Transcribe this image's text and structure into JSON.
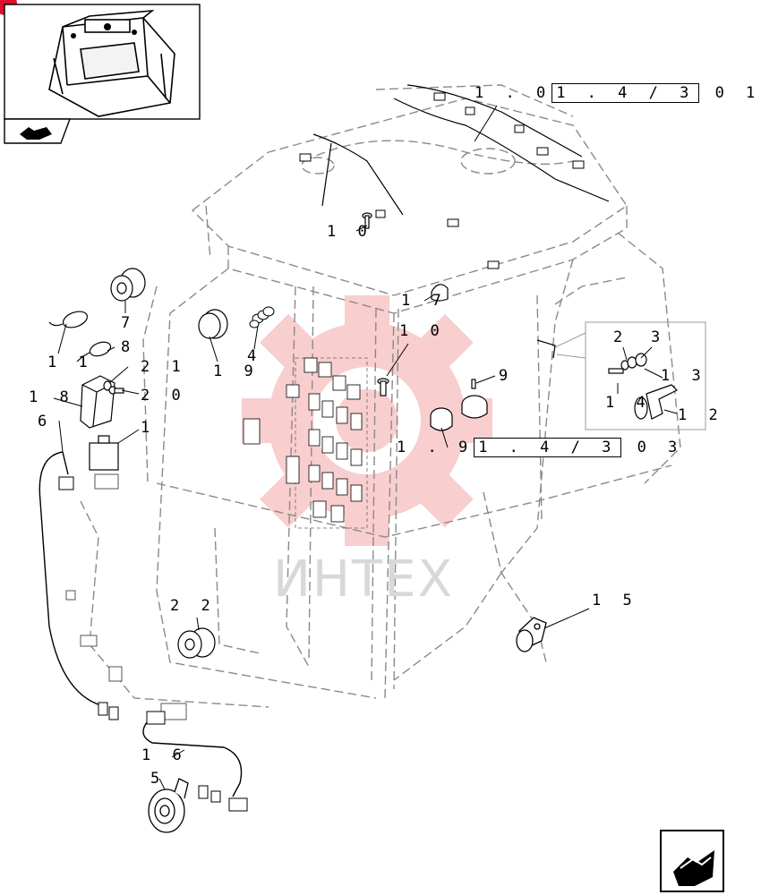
{
  "callouts": {
    "ref_top_prefix": "1 . 0",
    "ref_top_box": "1 . 4 /   3",
    "ref_top_suffix": "0 1",
    "ref_mid_prefix": "1 . 9",
    "ref_mid_box": "1 . 4 /   3",
    "ref_mid_suffix": "0 3",
    "n10a": "1 0",
    "n17": "1 7",
    "n10b": "1 0",
    "n9": "9",
    "n7": "7",
    "n11": "1 1",
    "n8": "8",
    "n21": "2 1",
    "n18": "1 8",
    "n20": "2 0",
    "n19": "1 9",
    "n4": "4",
    "n6": "6",
    "n1": "1",
    "n2": "2",
    "n3": "3",
    "n13": "1 3",
    "n14": "1 4",
    "n12": "1 2",
    "n15": "1 5",
    "n22": "2 2",
    "n16": "1 6",
    "n5": "5"
  },
  "watermark": "ИНТЕХ",
  "icons": [
    "cab-thumbnail",
    "nav-prev-icon",
    "nav-next-icon",
    "watermark-gear-icon"
  ],
  "colors": {
    "line": "#000000",
    "dashed": "#8a8a8a",
    "watermark": "#f4a7a7",
    "badge": "#e0102a"
  }
}
